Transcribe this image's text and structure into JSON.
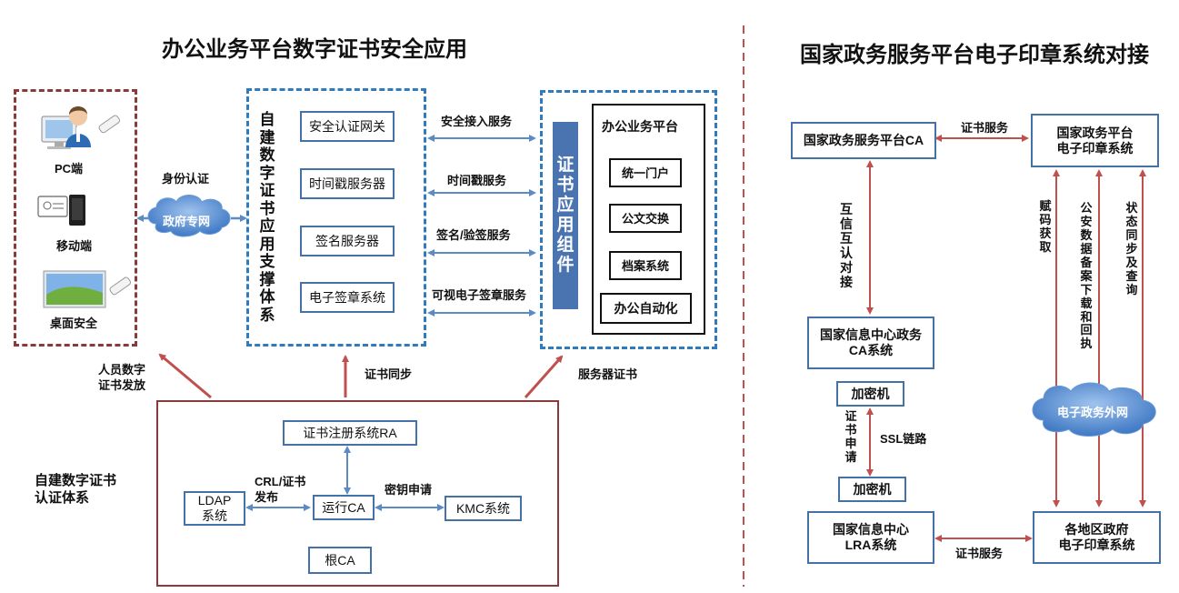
{
  "left": {
    "title": "办公业务平台数字证书安全应用",
    "terminals": {
      "pc": "PC端",
      "mobile": "移动端",
      "desktop": "桌面安全"
    },
    "identity_label": "身份认证",
    "gov_network": "政府专网",
    "support_system": {
      "title": "自建数字证书应用支撑体系",
      "items": [
        "安全认证网关",
        "时间戳服务器",
        "签名服务器",
        "电子签章系统"
      ]
    },
    "services": [
      "安全接入服务",
      "时间戳服务",
      "签名/验签服务",
      "可视电子签章服务"
    ],
    "component": "证书应用组件",
    "platform": {
      "title": "办公业务平台",
      "items": [
        "统一门户",
        "公文交换",
        "档案系统",
        "办公自动化"
      ]
    },
    "ca_system": {
      "label": "自建数字证书认证体系",
      "ra": "证书注册系统RA",
      "ldap": "LDAP\n系统",
      "run_ca": "运行CA",
      "kmc": "KMC系统",
      "root_ca": "根CA",
      "crl_label": "CRL/证书\n发布",
      "key_label": "密钥申请"
    },
    "bottom_labels": {
      "personnel": "人员数字\n证书发放",
      "sync": "证书同步",
      "server_cert": "服务器证书"
    }
  },
  "right": {
    "title": "国家政务服务平台电子印章系统对接",
    "national_ca": "国家政务服务平台CA",
    "cert_service_top": "证书服务",
    "national_seal": "国家政务平台\n电子印章系统",
    "mutual": "互信互认对接",
    "info_center_ca": "国家信息中心政务\nCA系统",
    "encryptor_top": "加密机",
    "cert_apply": "证书申请",
    "ssl": "SSL链路",
    "encryptor_bottom": "加密机",
    "info_center_lra": "国家信息中心\nLRA系统",
    "cert_service_bottom": "证书服务",
    "regional_seal": "各地区政府\n电子印章系统",
    "code_fetch": "赋码获取",
    "police": "公安数据备案下载和回执",
    "status": "状态同步及查询",
    "ext_network": "电子政务外网"
  },
  "colors": {
    "box_border": "#4472a8",
    "arrow_blue": "#5b8ac5",
    "arrow_red": "#c0504d",
    "dash_red": "#8b3a3a",
    "dash_blue": "#2f7bbf",
    "component_fill": "#4a74b0"
  }
}
